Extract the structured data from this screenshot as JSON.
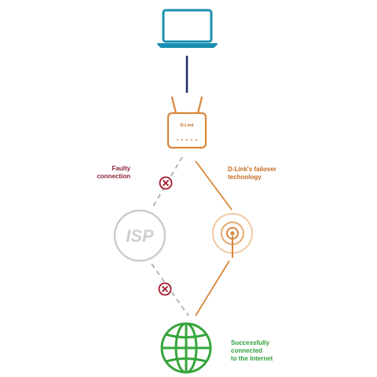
{
  "router": {
    "brand": "D-Link"
  },
  "isp": {
    "label": "ISP"
  },
  "labels": {
    "faulty": [
      "Faulty",
      "connection"
    ],
    "failover": [
      "D-Link's failover",
      "technology"
    ],
    "success": [
      "Successfully",
      "connected",
      "to the Internet"
    ]
  },
  "colors": {
    "laptop": "#1a8fb2",
    "cable": "#1c2b68",
    "router": "#d9863b",
    "failover_text": "#c46a1e",
    "faulty_text": "#8c1f33",
    "error_mark": "#a3192d",
    "isp": "#cccccc",
    "dashed": "#b5b5b5",
    "globe": "#35a63b",
    "success_text": "#2f9e37"
  },
  "icons": {
    "laptop": "laptop-icon",
    "router": "router-icon",
    "isp": "isp-icon",
    "error": "x-circle-icon",
    "lte": "wireless-tower-icon",
    "globe": "globe-icon"
  }
}
